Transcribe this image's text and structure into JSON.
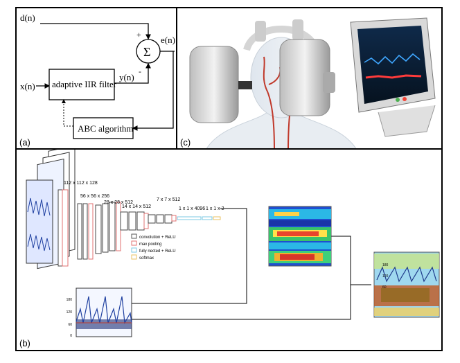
{
  "panel_a": {
    "label": "(a)",
    "signals": {
      "d": "d(n)",
      "x": "x(n)",
      "y": "y(n)",
      "e": "e(n)"
    },
    "plus": "+",
    "minus": "-",
    "sum": "Σ",
    "filter": "adaptive IIR filter",
    "algorithm": "ABC algorithm"
  },
  "panel_c": {
    "label": "(c)"
  },
  "panel_b": {
    "label": "(b)",
    "layer_dims": [
      "112 x 112 x 128",
      "56 x 56 x 256",
      "28 x 28 x 512",
      "14 x 14 x 512",
      "7 x 7 x 512",
      "1 x 1 x 4096",
      "1 x 1 x 2"
    ],
    "legend": [
      {
        "text": "convolution + ReLU",
        "color": "#555555"
      },
      {
        "text": "max pooling",
        "color": "#e07070"
      },
      {
        "text": "fully nected + ReLU",
        "color": "#7ec8e3"
      },
      {
        "text": "softmax",
        "color": "#e8c060"
      }
    ],
    "ecg_ticks": [
      "180",
      "120",
      "60",
      "0"
    ],
    "overlay_ticks": [
      "180",
      "120",
      "60"
    ]
  }
}
